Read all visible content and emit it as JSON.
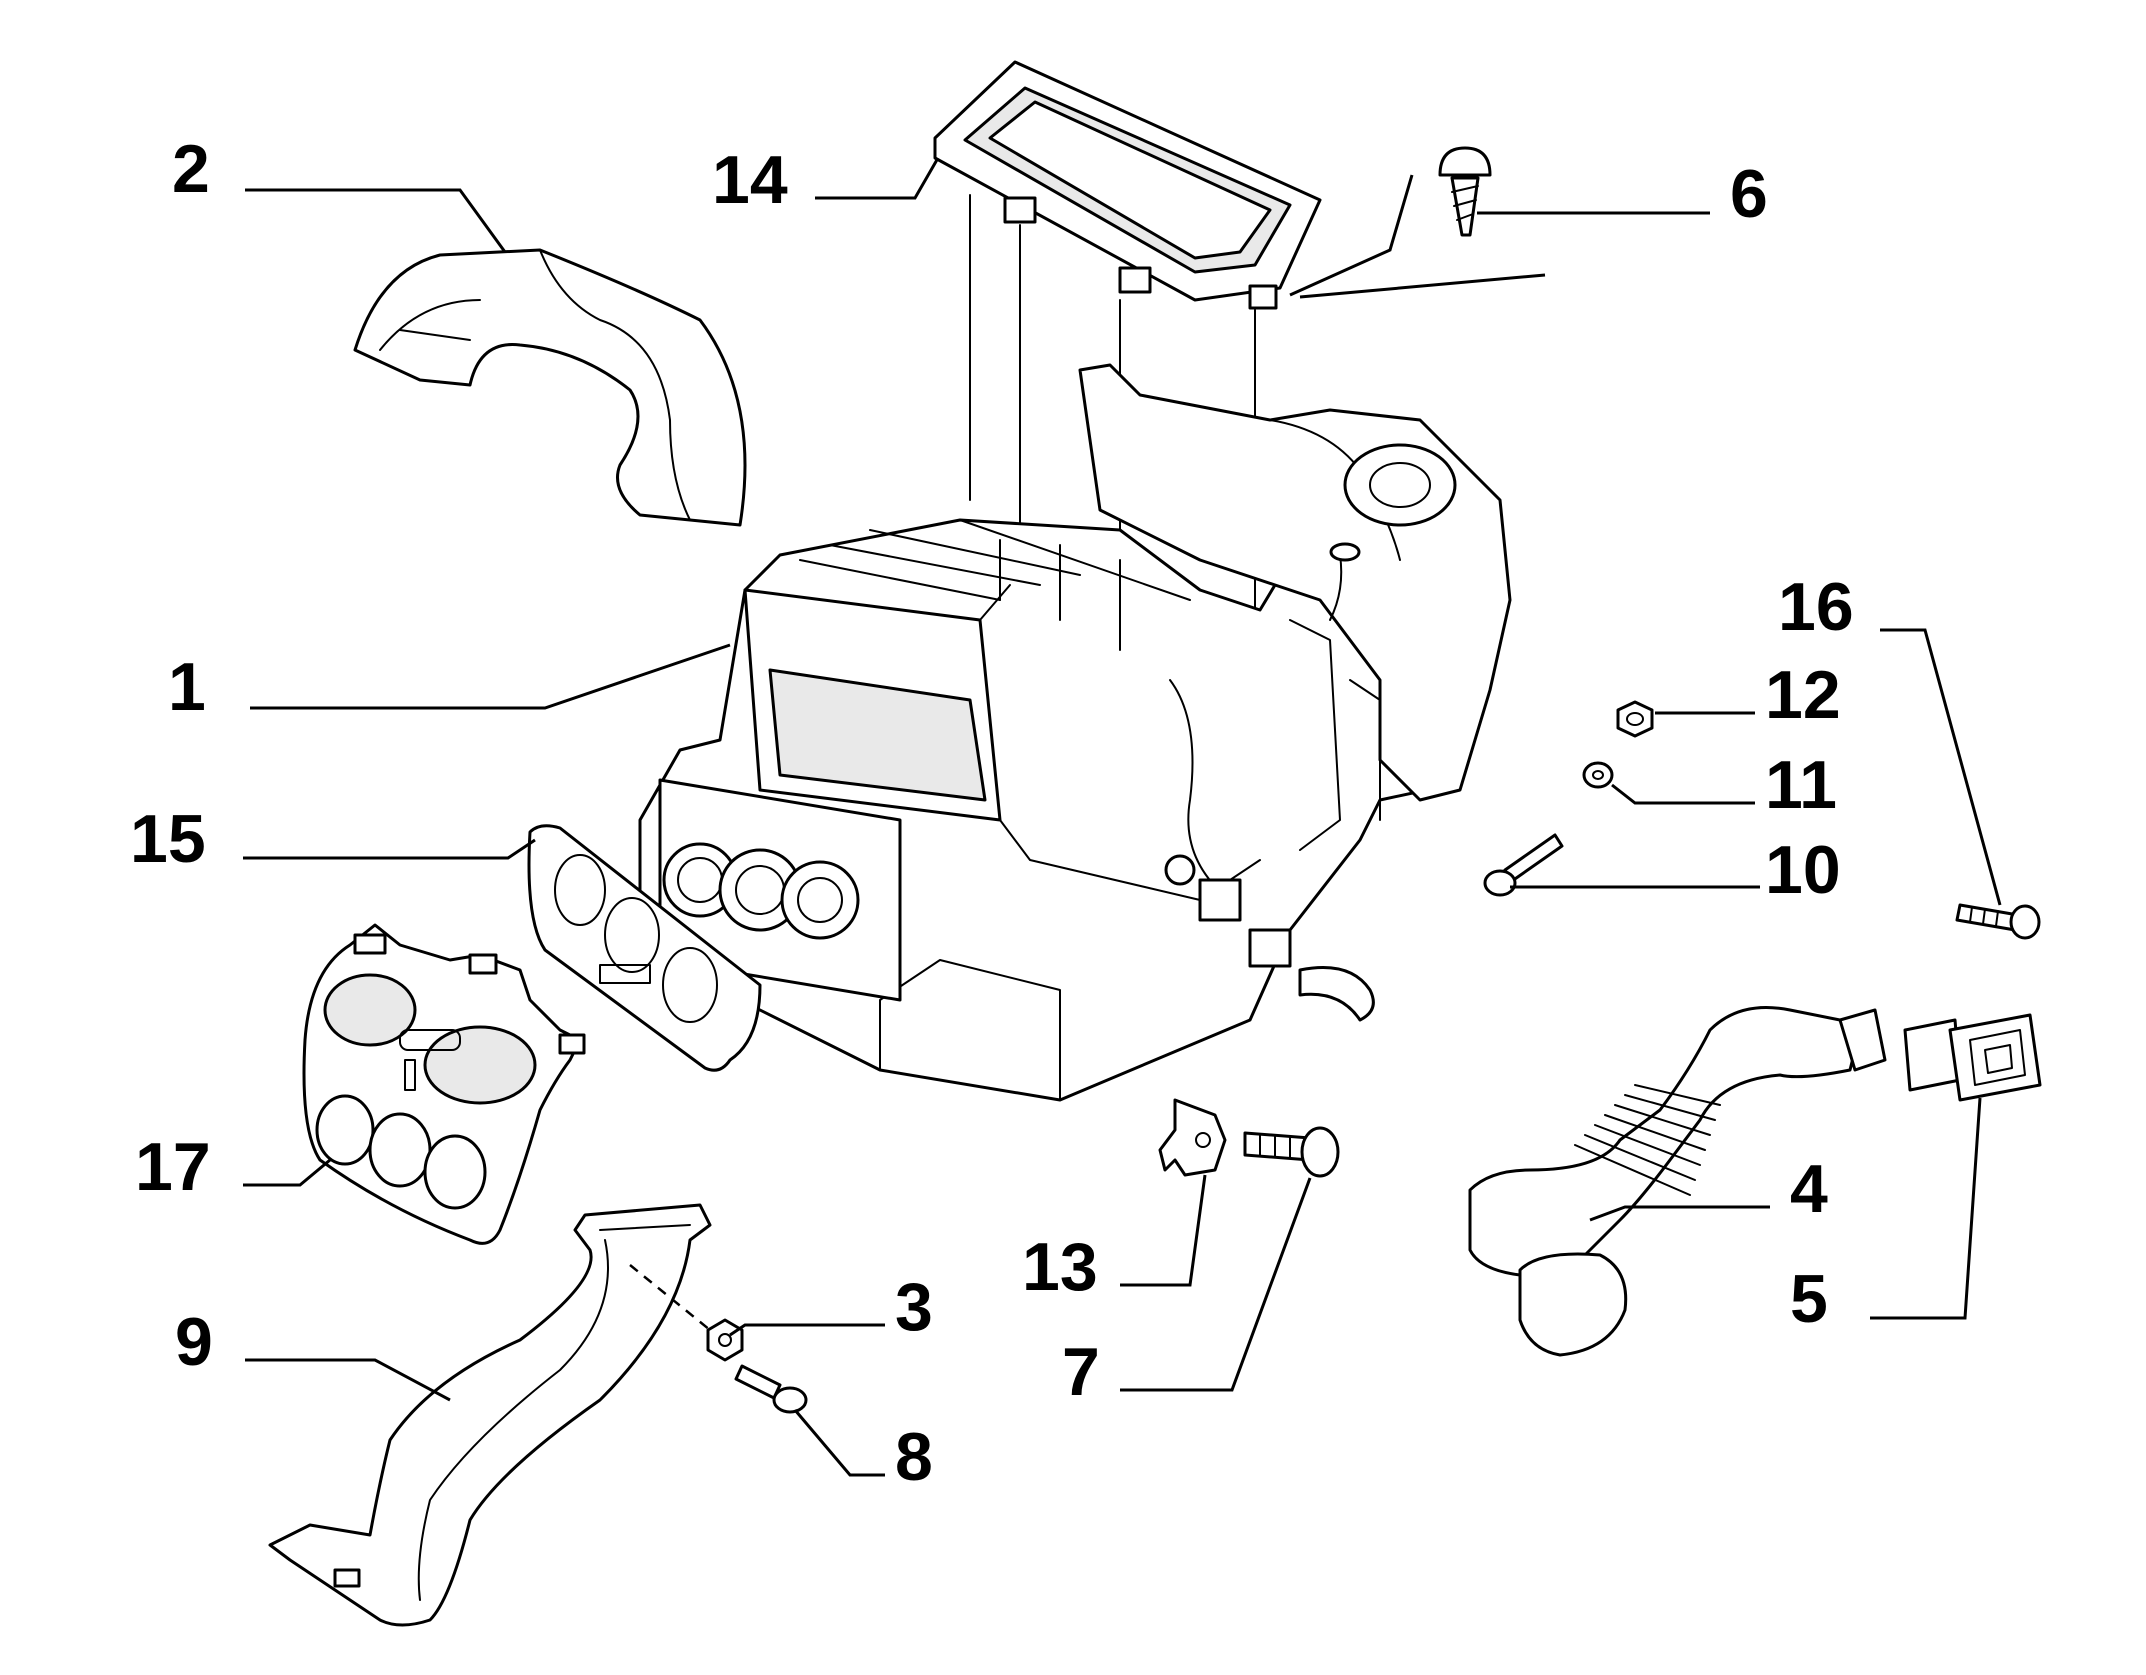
{
  "callouts": [
    {
      "id": "1",
      "text": "1"
    },
    {
      "id": "2",
      "text": "2"
    },
    {
      "id": "3",
      "text": "3"
    },
    {
      "id": "4",
      "text": "4"
    },
    {
      "id": "5",
      "text": "5"
    },
    {
      "id": "6",
      "text": "6"
    },
    {
      "id": "7",
      "text": "7"
    },
    {
      "id": "8",
      "text": "8"
    },
    {
      "id": "9",
      "text": "9"
    },
    {
      "id": "10",
      "text": "10"
    },
    {
      "id": "11",
      "text": "11"
    },
    {
      "id": "12",
      "text": "12"
    },
    {
      "id": "13",
      "text": "13"
    },
    {
      "id": "14",
      "text": "14"
    },
    {
      "id": "15",
      "text": "15"
    },
    {
      "id": "16",
      "text": "16"
    },
    {
      "id": "17",
      "text": "17"
    }
  ],
  "colors": {
    "line": "#000000",
    "background": "#ffffff",
    "shade": "#e9e9e9"
  }
}
